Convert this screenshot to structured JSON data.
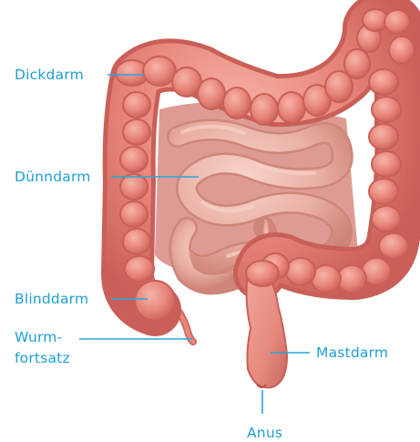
{
  "colors": {
    "label_blue": "#1f9fd4",
    "line_blue": "#2aa6dc",
    "colon_fill": "#e9877c",
    "colon_shade": "#c95f58",
    "colon_highlight": "#f6b4a8",
    "small_intestine_fill": "#eab0a4",
    "small_intestine_shade": "#cf8579",
    "small_intestine_highlight": "#f7d3c8",
    "background_tissue": "#d88a80"
  },
  "labels": {
    "dickdarm": "Dickdarm",
    "duenndarm": "Dünndarm",
    "blinddarm": "Blinddarm",
    "wurmfortsatz_1": "Wurm-",
    "wurmfortsatz_2": "fortsatz",
    "mastdarm": "Mastdarm",
    "anus": "Anus"
  }
}
